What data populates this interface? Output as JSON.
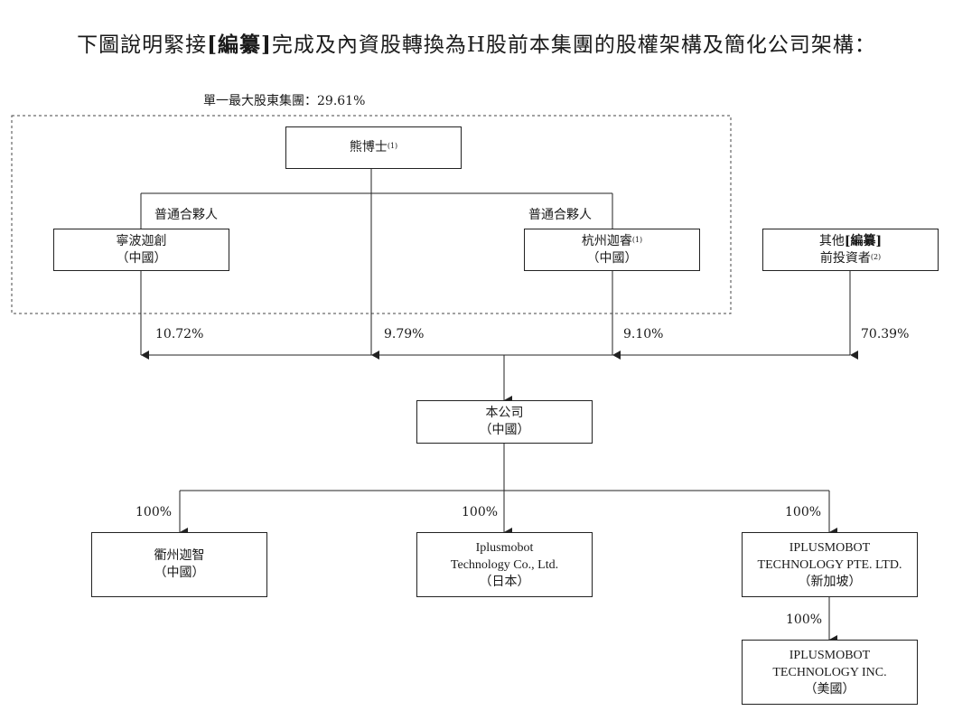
{
  "title": {
    "prefix": "下圖說明緊接",
    "bold": "[編纂]",
    "suffix": "完成及內資股轉換為H股前本集團的股權架構及簡化公司架構："
  },
  "group_label": "單一最大股東集團：29.61%",
  "entities": {
    "dr_xiong": {
      "name": "熊博士",
      "note": "(1)"
    },
    "ningbo": {
      "name": "寧波迦創",
      "sub": "（中國）"
    },
    "hangzhou": {
      "name": "杭州迦睿",
      "note": "(1)",
      "sub": "（中國）"
    },
    "others": {
      "name_a": "其他",
      "name_bold": "[編纂]",
      "name_b": "前投資者",
      "note": "(2)"
    },
    "company": {
      "name": "本公司",
      "sub": "（中國）"
    },
    "quzhou": {
      "name": "衢州迦智",
      "sub": "（中國）"
    },
    "japan": {
      "line1": "Iplusmobot",
      "line2": "Technology Co., Ltd.",
      "sub": "（日本）"
    },
    "singapore": {
      "line1": "IPLUSMOBOT",
      "line2": "TECHNOLOGY PTE. LTD.",
      "sub": "（新加坡）"
    },
    "usa": {
      "line1": "IPLUSMOBOT",
      "line2": "TECHNOLOGY INC.",
      "sub": "（美國）"
    }
  },
  "gp_labels": {
    "left": "普通合夥人",
    "right": "普通合夥人"
  },
  "percentages": {
    "ningbo": "10.72%",
    "dr_xiong": "9.79%",
    "hangzhou": "9.10%",
    "others": "70.39%",
    "quzhou": "100%",
    "japan": "100%",
    "singapore": "100%",
    "usa": "100%"
  }
}
